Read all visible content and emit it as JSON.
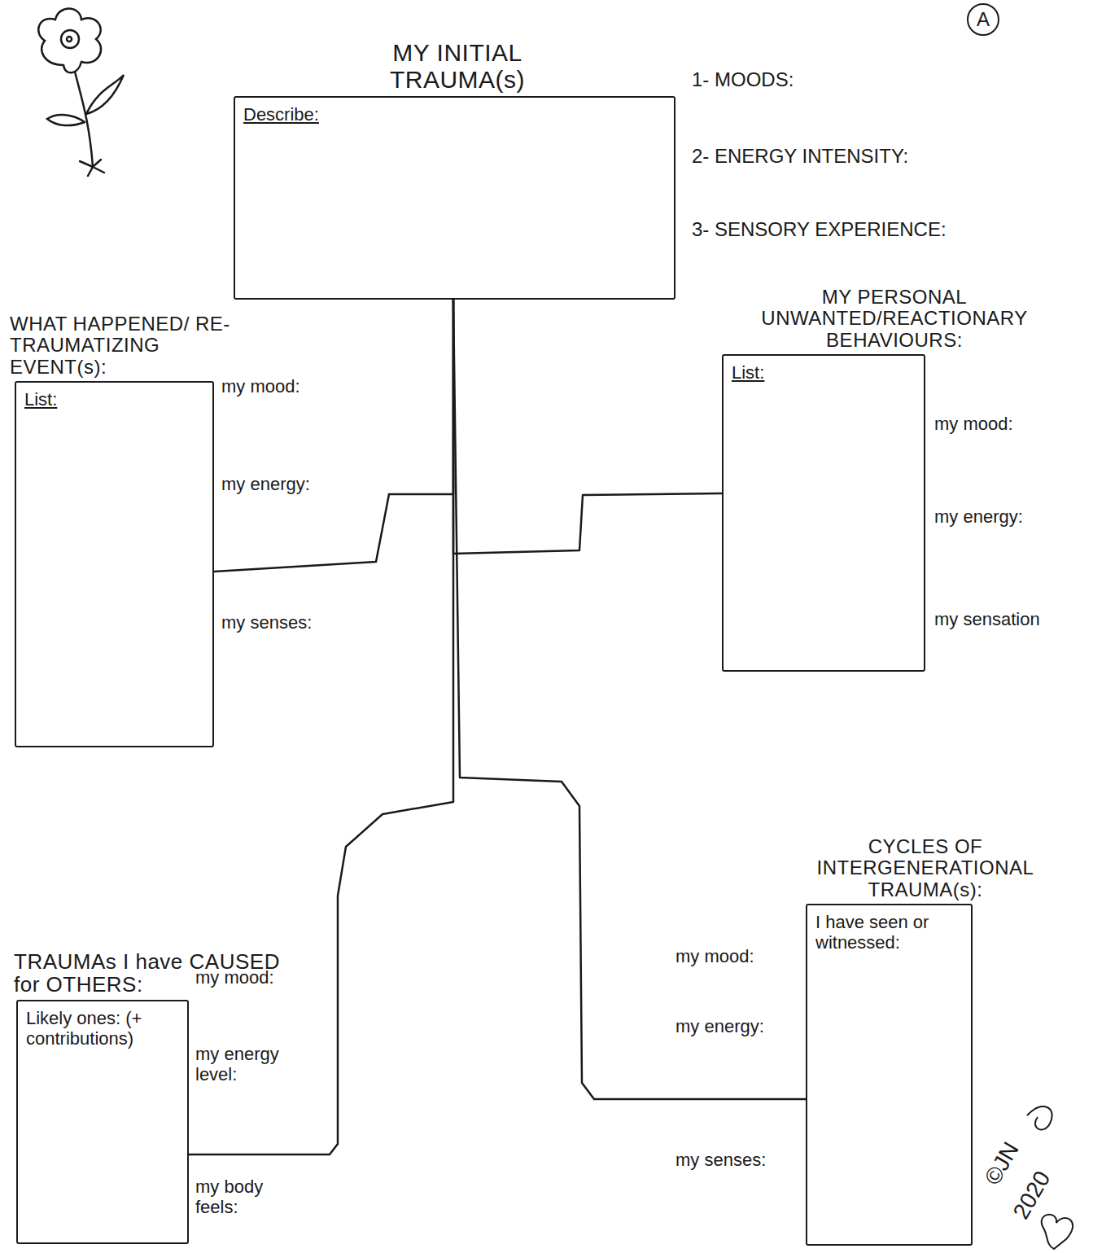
{
  "diagram": {
    "nodes": [
      {
        "text": [
          "MY INITIAL TRAUMA(s)",
          "Describe:"
        ]
      },
      {
        "text": [
          "WHAT HAPPENED/ RE-TRAUMATIZING EVENT(s):",
          "List:"
        ]
      },
      {
        "text": [
          "MY PERSONAL UNWANTED/REACTIONARY BEHAVIOURS:",
          "List:"
        ]
      },
      {
        "text": [
          "TRAUMAs I have CAUSED for OTHERS:",
          "Likely ones: (+ contributions)"
        ]
      },
      {
        "text": [
          "CYCLES OF INTERGENERATIONAL TRAUMA(s):",
          "I have seen or witnessed:"
        ]
      }
    ],
    "edges": [
      {
        "from": 0,
        "to": 1,
        "arrow": "none"
      },
      {
        "from": 0,
        "to": 2,
        "arrow": "none"
      },
      {
        "from": 0,
        "to": 3,
        "arrow": "none"
      },
      {
        "from": 0,
        "to": 4,
        "arrow": "none"
      }
    ],
    "labels": [
      "A",
      "1- MOODS:",
      "2- ENERGY INTENSITY:",
      "3- SENSORY EXPERIENCE:",
      "my mood:",
      "my energy:",
      "my senses:",
      "my mood:",
      "my energy:",
      "my sensation",
      "my mood:",
      "my energy level:",
      "my body feels:",
      "my mood:",
      "my energy:",
      "my senses:",
      "©JN",
      "2020"
    ]
  }
}
